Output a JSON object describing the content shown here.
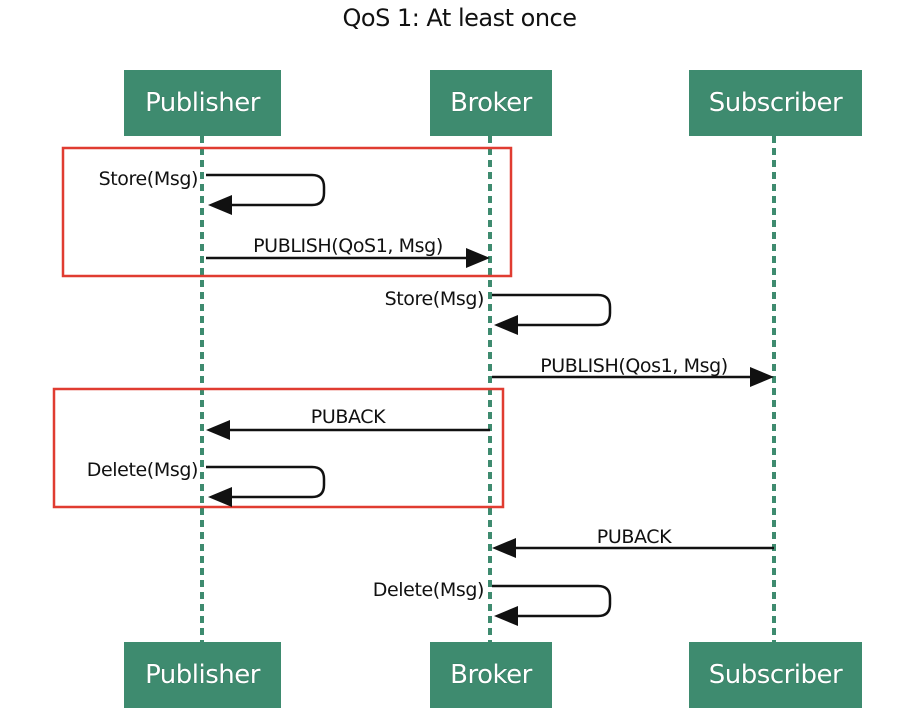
{
  "title": "QoS 1: At least once",
  "colors": {
    "actor_fill": "#3e8b6f",
    "lifeline": "#3e8b6f",
    "arrow": "#111111",
    "highlight_box": "#e03c31"
  },
  "participants": [
    {
      "id": "publisher",
      "label": "Publisher"
    },
    {
      "id": "broker",
      "label": "Broker"
    },
    {
      "id": "subscriber",
      "label": "Subscriber"
    }
  ],
  "messages": [
    {
      "from": "publisher",
      "to": "publisher",
      "label": "Store(Msg)"
    },
    {
      "from": "publisher",
      "to": "broker",
      "label": "PUBLISH(QoS1, Msg)"
    },
    {
      "from": "broker",
      "to": "broker",
      "label": "Store(Msg)"
    },
    {
      "from": "broker",
      "to": "subscriber",
      "label": "PUBLISH(Qos1, Msg)"
    },
    {
      "from": "broker",
      "to": "publisher",
      "label": "PUBACK"
    },
    {
      "from": "publisher",
      "to": "publisher",
      "label": "Delete(Msg)"
    },
    {
      "from": "subscriber",
      "to": "broker",
      "label": "PUBACK"
    },
    {
      "from": "broker",
      "to": "broker",
      "label": "Delete(Msg)"
    }
  ]
}
